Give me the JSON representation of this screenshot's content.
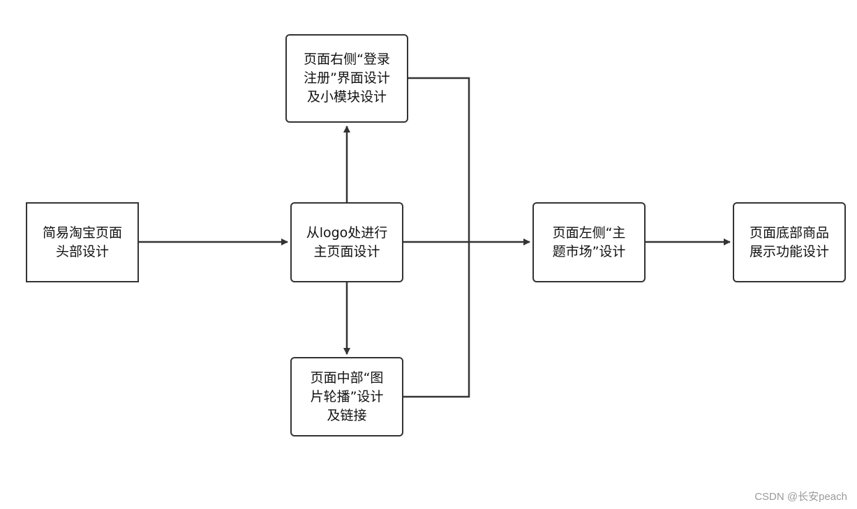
{
  "nodes": {
    "head": {
      "lines": [
        "简易淘宝页面",
        "头部设计"
      ]
    },
    "logo": {
      "lines": [
        "从logo处进行",
        "主页面设计"
      ]
    },
    "right": {
      "lines": [
        "页面右侧“登录",
        "注册”界面设计",
        "及小模块设计"
      ]
    },
    "middle": {
      "lines": [
        "页面中部“图",
        "片轮播”设计",
        "及链接"
      ]
    },
    "left": {
      "lines": [
        "页面左侧“主",
        "题市场”设计"
      ]
    },
    "bottom": {
      "lines": [
        "页面底部商品",
        "展示功能设计"
      ]
    }
  },
  "watermark": "CSDN @长安peach",
  "colors": {
    "stroke": "#333333",
    "text": "#111111",
    "watermark": "#9a9a9a"
  }
}
